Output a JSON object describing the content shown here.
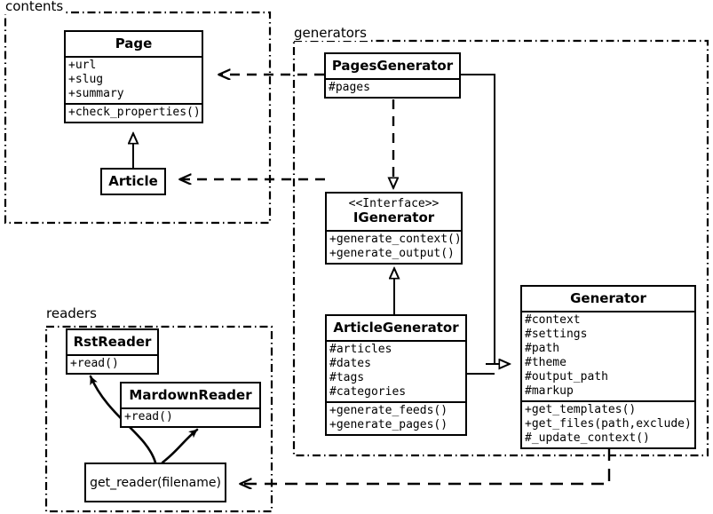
{
  "diagram": {
    "title": "UML class diagram",
    "stroke_color": "#000000",
    "background_color": "#ffffff"
  },
  "packages": [
    {
      "id": "contents",
      "label": "contents"
    },
    {
      "id": "generators",
      "label": "generators"
    },
    {
      "id": "readers",
      "label": "readers"
    }
  ],
  "classes": {
    "page": {
      "name": "Page",
      "attributes": [
        "+url",
        "+slug",
        "+summary"
      ],
      "methods": [
        "+check_properties()"
      ]
    },
    "article": {
      "name": "Article",
      "attributes": [],
      "methods": []
    },
    "pages_generator": {
      "name": "PagesGenerator",
      "attributes": [
        "#pages"
      ],
      "methods": []
    },
    "igenerator": {
      "stereotype": "<<Interface>>",
      "name": "IGenerator",
      "attributes": [],
      "methods": [
        "+generate_context()",
        "+generate_output()"
      ]
    },
    "article_generator": {
      "name": "ArticleGenerator",
      "attributes": [
        "#articles",
        "#dates",
        "#tags",
        "#categories"
      ],
      "methods": [
        "+generate_feeds()",
        "+generate_pages()"
      ]
    },
    "generator": {
      "name": "Generator",
      "attributes": [
        "#context",
        "#settings",
        "#path",
        "#theme",
        "#output_path",
        "#markup"
      ],
      "methods": [
        "+get_templates()",
        "+get_files(path,exclude)",
        "#_update_context()"
      ]
    },
    "rst_reader": {
      "name": "RstReader",
      "attributes": [],
      "methods": [
        "+read()"
      ]
    },
    "mardown_reader": {
      "name": "MardownReader",
      "attributes": [],
      "methods": [
        "+read()"
      ]
    },
    "get_reader": {
      "name": "get_reader(filename)"
    }
  },
  "relationships": [
    {
      "from": "pages_generator",
      "to": "page",
      "type": "dependency",
      "style": "dashed",
      "arrow": "open"
    },
    {
      "from": "article_generator",
      "to": "article",
      "type": "dependency",
      "style": "dashed",
      "arrow": "open"
    },
    {
      "from": "pages_generator",
      "to": "igenerator",
      "type": "realization",
      "style": "dashed",
      "arrow": "hollow-triangle"
    },
    {
      "from": "article_generator",
      "to": "igenerator",
      "type": "generalization",
      "style": "solid",
      "arrow": "hollow-triangle"
    },
    {
      "from": "article",
      "to": "page",
      "type": "generalization",
      "style": "solid",
      "arrow": "hollow-triangle"
    },
    {
      "from": "pages_generator",
      "to": "generator",
      "type": "generalization",
      "style": "solid",
      "arrow": "hollow-triangle"
    },
    {
      "from": "article_generator",
      "to": "generator",
      "type": "generalization",
      "style": "solid",
      "arrow": "hollow-triangle"
    },
    {
      "from": "generator",
      "to": "get_reader",
      "type": "dependency",
      "style": "dashed",
      "arrow": "open"
    },
    {
      "from": "get_reader",
      "to": "rst_reader",
      "type": "creates",
      "style": "curved-solid",
      "arrow": "filled"
    },
    {
      "from": "get_reader",
      "to": "mardown_reader",
      "type": "creates",
      "style": "curved-solid",
      "arrow": "filled"
    }
  ]
}
